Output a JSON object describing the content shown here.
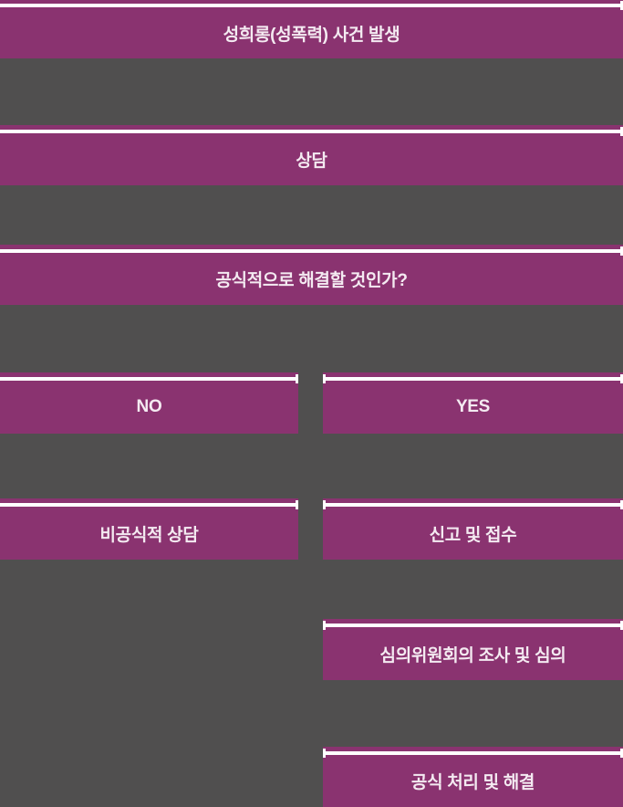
{
  "palette": {
    "purple": "#8a3370",
    "background": "#504f4f",
    "line": "#ffffff",
    "text": "#f4eaf1"
  },
  "flowchart": {
    "nodes": [
      {
        "id": "incident",
        "label": "성희롱(성폭력) 사건 발생",
        "row": 1,
        "column": "full"
      },
      {
        "id": "counseling",
        "label": "상담",
        "row": 2,
        "column": "full"
      },
      {
        "id": "decision",
        "label": "공식적으로 해결할 것인가?",
        "row": 3,
        "column": "full"
      },
      {
        "id": "no",
        "label": "NO",
        "row": 4,
        "column": "left"
      },
      {
        "id": "yes",
        "label": "YES",
        "row": 4,
        "column": "right"
      },
      {
        "id": "informal-counseling",
        "label": "비공식적 상담",
        "row": 5,
        "column": "left"
      },
      {
        "id": "report-receipt",
        "label": "신고 및 접수",
        "row": 5,
        "column": "right"
      },
      {
        "id": "committee-review",
        "label": "심의위원회의 조사 및 심의",
        "row": 6,
        "column": "right"
      },
      {
        "id": "official-resolution",
        "label": "공식 처리 및 해결",
        "row": 7,
        "column": "right"
      }
    ]
  }
}
